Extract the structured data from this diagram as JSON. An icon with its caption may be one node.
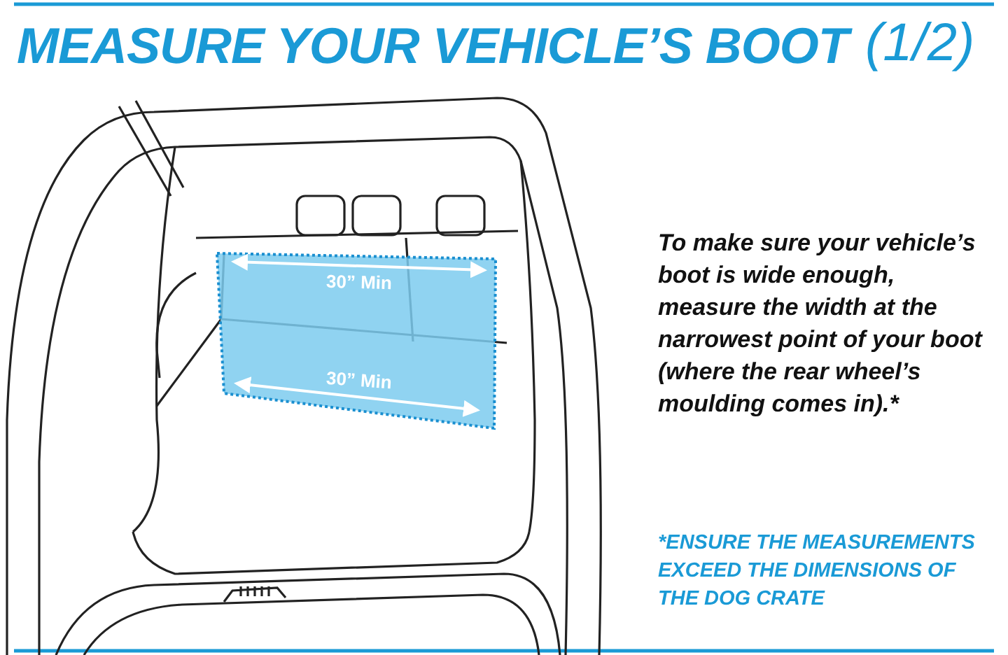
{
  "diagram": {
    "title": "MEASURE YOUR VEHICLE’S BOOT",
    "labels": [
      "(1/2)",
      "30” Min",
      "30” Min",
      "To make sure your vehicle’s boot is wide enough, measure the width at the narrowest point of your boot (where the rear wheel’s moulding comes in).*",
      "*ENSURE THE MEASUREMENTS EXCEED THE DIMENSIONS OF THE DOG CRATE"
    ]
  }
}
